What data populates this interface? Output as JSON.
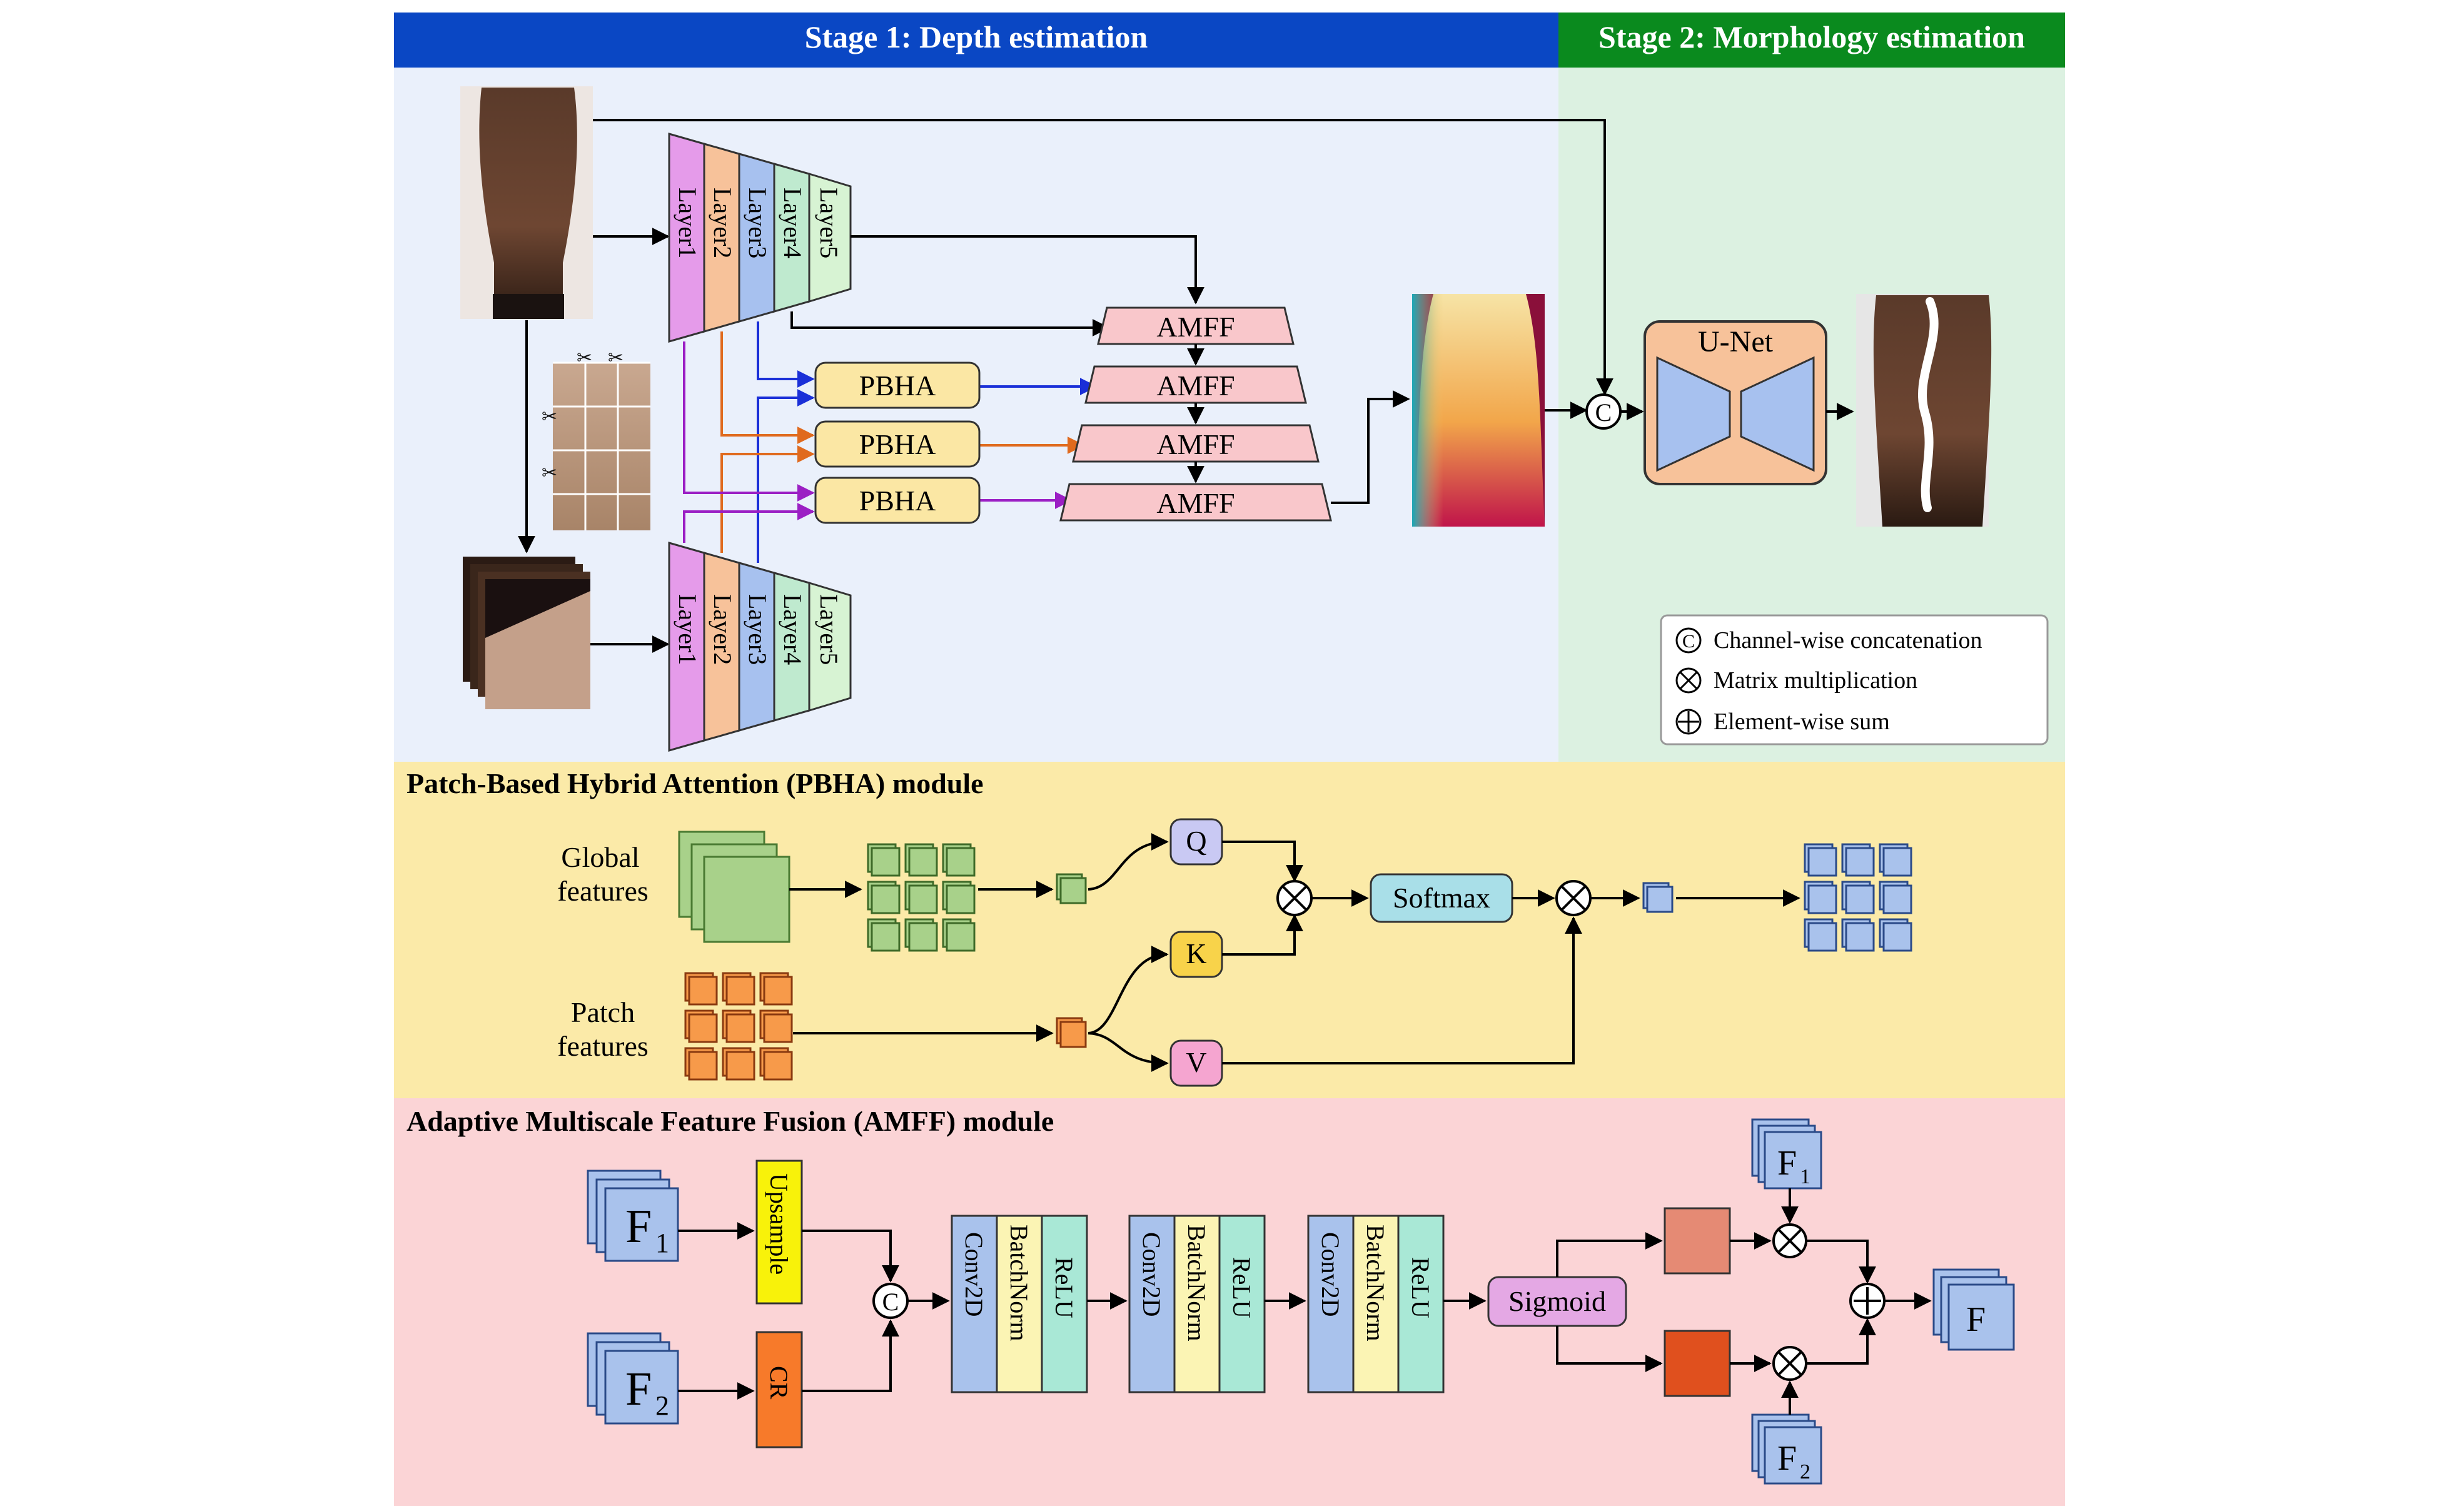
{
  "header": {
    "stage1": "Stage 1: Depth estimation",
    "stage2": "Stage 2: Morphology estimation"
  },
  "encoder_layers": [
    "Layer1",
    "Layer2",
    "Layer3",
    "Layer4",
    "Layer5"
  ],
  "modules": {
    "pbha": "PBHA",
    "amff": "AMFF",
    "unet": "U-Net"
  },
  "legend": {
    "concat": "Channel-wise concatenation",
    "matmul": "Matrix multiplication",
    "sum": "Element-wise sum"
  },
  "pbha_section": {
    "title": "Patch-Based Hybrid Attention (PBHA) module",
    "global_line1": "Global",
    "global_line2": "features",
    "patch_line1": "Patch",
    "patch_line2": "features",
    "q": "Q",
    "k": "K",
    "v": "V",
    "softmax": "Softmax"
  },
  "amff_section": {
    "title": "Adaptive Multiscale Feature Fusion (AMFF) module",
    "f": "F",
    "sub1": "1",
    "sub2": "2",
    "upsample": "Upsample",
    "cr": "CR",
    "conv": "Conv2D",
    "bn": "BatchNorm",
    "relu": "ReLU",
    "sigmoid": "Sigmoid"
  },
  "colors": {
    "stage1_header": "#0a47c4",
    "stage2_header": "#0a8a1e",
    "stage1_bg": "#eaf0fb",
    "stage2_bg": "#dcf1e1",
    "pbha_bg": "#fbeaa8",
    "amff_bg": "#fbd4d6"
  }
}
